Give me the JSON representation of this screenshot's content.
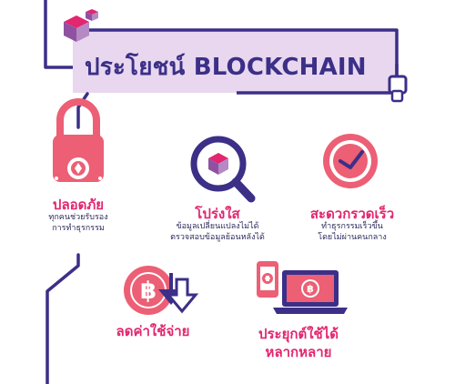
{
  "header": {
    "title": "ประโยชน์ BLOCKCHAIN"
  },
  "benefits": [
    {
      "title": "ปลอดภัย",
      "desc_lines": [
        "ทุกคนช่วยรับรอง",
        "การทำธุรกรรม"
      ],
      "icon": "padlock-icon"
    },
    {
      "title": "โปร่งใส",
      "desc_lines": [
        "ข้อมูลเปลี่ยนแปลงไม่ได้",
        "ตรวจสอบข้อมูลย้อนหลังได้"
      ],
      "icon": "magnifier-cube-icon"
    },
    {
      "title": "สะดวกรวดเร็ว",
      "desc_lines": [
        "ทำธุรกรรมเร็วขึ้น",
        "โดยไม่ผ่านคนกลาง"
      ],
      "icon": "clock-icon"
    },
    {
      "title": "ลดค่าใช้จ่าย",
      "desc_lines": [],
      "icon": "baht-coin-down-arrow-icon"
    },
    {
      "title_lines": [
        "ประยุกต์ใช้ได้",
        "หลากหลาย"
      ],
      "icon": "laptop-phone-baht-icon"
    }
  ],
  "colors": {
    "navy": "#3b2f87",
    "pink": "#e2266f",
    "coral": "#ec5f75",
    "lavender": "#e8d7ef",
    "purple": "#8f52a1",
    "light_purple": "#b589c4",
    "orange": "#f0a36f"
  }
}
